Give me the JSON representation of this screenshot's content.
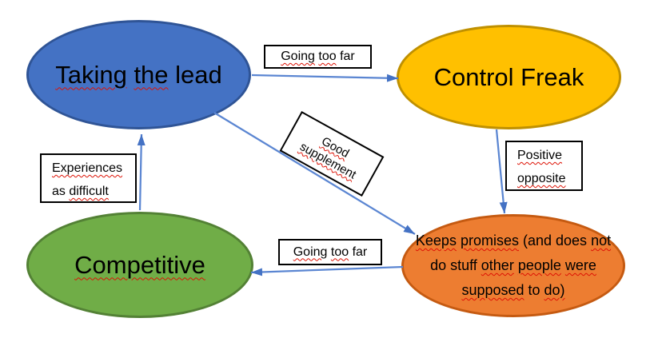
{
  "canvas": {
    "background": "#ffffff"
  },
  "colors": {
    "arrow_line": "#5b86d2",
    "arrow_head": "#4472c4",
    "squiggle": "#dd1205",
    "label_box_border": "#000000",
    "label_box_background": "#ffffff",
    "text": "#000000"
  },
  "nodes": [
    {
      "id": "taking-the-lead",
      "fill": "#4472c4",
      "stroke": "#2f5496",
      "lines": [
        [
          {
            "t": "Taking",
            "s": true
          },
          {
            "t": " ",
            "s": false
          },
          {
            "t": "the",
            "s": true
          },
          {
            "t": " lead",
            "s": false
          }
        ]
      ]
    },
    {
      "id": "control-freak",
      "fill": "#ffc000",
      "stroke": "#bf9000",
      "lines": [
        [
          {
            "t": "Control Freak",
            "s": false
          }
        ]
      ]
    },
    {
      "id": "competitive",
      "fill": "#70ad47",
      "stroke": "#538135",
      "lines": [
        [
          {
            "t": "Competitive",
            "s": true
          }
        ]
      ]
    },
    {
      "id": "keeps-promises",
      "fill": "#ed7d31",
      "stroke": "#c55a11",
      "lines": [
        [
          {
            "t": "Keeps",
            "s": true
          },
          {
            "t": " ",
            "s": false
          },
          {
            "t": "promises",
            "s": true
          },
          {
            "t": " (and does ",
            "s": false
          },
          {
            "t": "not",
            "s": true
          }
        ],
        [
          {
            "t": "do stuff ",
            "s": false
          },
          {
            "t": "other",
            "s": true
          },
          {
            "t": " ",
            "s": false
          },
          {
            "t": "people",
            "s": true
          },
          {
            "t": " ",
            "s": false
          },
          {
            "t": "were",
            "s": true
          }
        ],
        [
          {
            "t": "supposed",
            "s": true
          },
          {
            "t": " to ",
            "s": false
          },
          {
            "t": "do)",
            "s": true
          }
        ]
      ]
    }
  ],
  "edge_labels": [
    {
      "id": "going-too-far-top",
      "lines": [
        [
          {
            "t": "Going",
            "s": true
          },
          {
            "t": " ",
            "s": false
          },
          {
            "t": "too",
            "s": true
          },
          {
            "t": " far",
            "s": false
          }
        ]
      ]
    },
    {
      "id": "good-supplement",
      "lines": [
        [
          {
            "t": "Good",
            "s": true
          }
        ],
        [
          {
            "t": "supplement",
            "s": true
          }
        ]
      ]
    },
    {
      "id": "positive-opposite",
      "lines": [
        [
          {
            "t": "Positive",
            "s": true
          }
        ],
        [
          {
            "t": "opposite",
            "s": true
          }
        ]
      ]
    },
    {
      "id": "experiences-as-difficult",
      "lines": [
        [
          {
            "t": "Experiences",
            "s": true
          }
        ],
        [
          {
            "t": "as ",
            "s": false
          },
          {
            "t": "difficult",
            "s": true
          }
        ]
      ]
    },
    {
      "id": "going-too-far-bottom",
      "lines": [
        [
          {
            "t": "Going",
            "s": true
          },
          {
            "t": " ",
            "s": false
          },
          {
            "t": "too",
            "s": true
          },
          {
            "t": " far",
            "s": false
          }
        ]
      ]
    }
  ],
  "edges": [
    {
      "from": "taking-the-lead",
      "to": "control-freak",
      "label": "going-too-far-top"
    },
    {
      "from": "taking-the-lead",
      "to": "keeps-promises",
      "label": "good-supplement"
    },
    {
      "from": "control-freak",
      "to": "keeps-promises",
      "label": "positive-opposite"
    },
    {
      "from": "keeps-promises",
      "to": "competitive",
      "label": "going-too-far-bottom"
    },
    {
      "from": "competitive",
      "to": "taking-the-lead",
      "label": "experiences-as-difficult"
    }
  ]
}
